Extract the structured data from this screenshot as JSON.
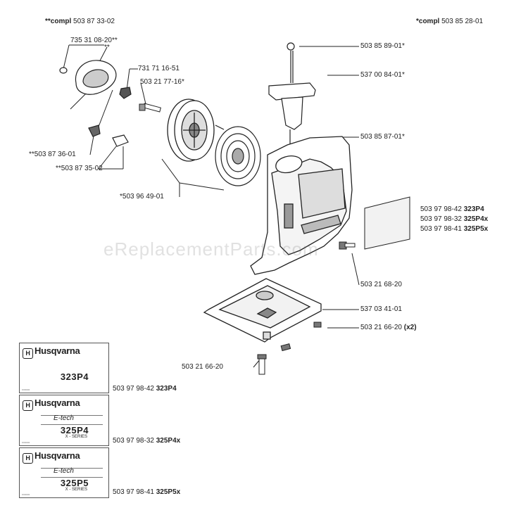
{
  "headers": {
    "left_prefix": "**compl",
    "left_number": "503 87 33-02",
    "right_prefix": "*compl",
    "right_number": "503 85 28-01"
  },
  "watermark": "eReplacementParts.com",
  "parts": {
    "p_735": "735 31 08-20**",
    "p_star2": "**",
    "p_731": "731 71 16-51",
    "p_503217716": "503 21 77-16*",
    "p_50385891": "503 85 89-01*",
    "p_53700841": "537 00 84-01*",
    "p_50385871": "503 85 87-01*",
    "p_50387361": "**503 87 36-01",
    "p_50387352": "**503 87 35-02",
    "p_50396491": "*503 96 49-01",
    "p_50321682": "503 21 68-20",
    "p_53703411": "537 03 41-01",
    "p_50321662x2_num": "503 21 66-20",
    "p_50321662x2_qty": "(x2)",
    "p_50321662": "503 21 66-20"
  },
  "decal_labels": [
    {
      "number": "503 97 98-42",
      "model": "323P4"
    },
    {
      "number": "503 97 98-32",
      "model": "325P4x"
    },
    {
      "number": "503 97 98-41",
      "model": "325P5x"
    }
  ],
  "bottom_labels": [
    {
      "number": "503 97 98-42",
      "model": "323P4"
    },
    {
      "number": "503 97 98-32",
      "model": "325P4x"
    },
    {
      "number": "503 97 98-41",
      "model": "325P5x"
    }
  ],
  "decals": [
    {
      "brand": "Husqvarna",
      "etech": "",
      "model": "323P4",
      "series": ""
    },
    {
      "brand": "Husqvarna",
      "etech": "E-tech",
      "model": "325P4",
      "series": "X - SERIES"
    },
    {
      "brand": "Husqvarna",
      "etech": "E-tech",
      "model": "325P5",
      "series": "X - SERIES"
    }
  ]
}
